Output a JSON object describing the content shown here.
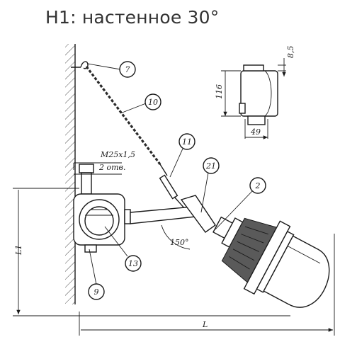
{
  "title": "H1: настенное 30°",
  "dimensions": {
    "thread": "M25x1,5",
    "holes": "2 отв.",
    "angle": "150°",
    "l1": "L1",
    "l": "L",
    "height_116": "116",
    "width_49": "49",
    "depth_8_5": "8,5"
  },
  "callouts": [
    "7",
    "10",
    "11",
    "21",
    "2",
    "13",
    "9"
  ]
}
